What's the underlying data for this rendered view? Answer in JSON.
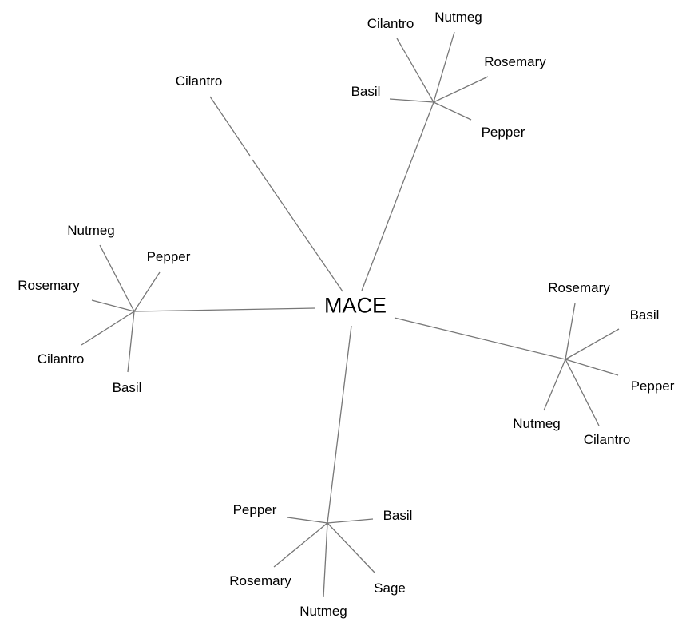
{
  "root": {
    "label": "MACE"
  },
  "line_color": "#777777",
  "branches": [
    {
      "label": "",
      "children": [
        "Cilantro",
        "Nutmeg",
        "Rosemary",
        "Basil",
        "Pepper"
      ]
    },
    {
      "label": "Cilantro",
      "children": []
    },
    {
      "label": "",
      "children": [
        "Nutmeg",
        "Pepper",
        "Rosemary",
        "Cilantro",
        "Basil"
      ]
    },
    {
      "label": "",
      "children": [
        "Rosemary",
        "Basil",
        "Pepper",
        "Nutmeg",
        "Cilantro"
      ]
    },
    {
      "label": "",
      "children": [
        "Pepper",
        "Basil",
        "Rosemary",
        "Sage",
        "Nutmeg"
      ]
    }
  ]
}
